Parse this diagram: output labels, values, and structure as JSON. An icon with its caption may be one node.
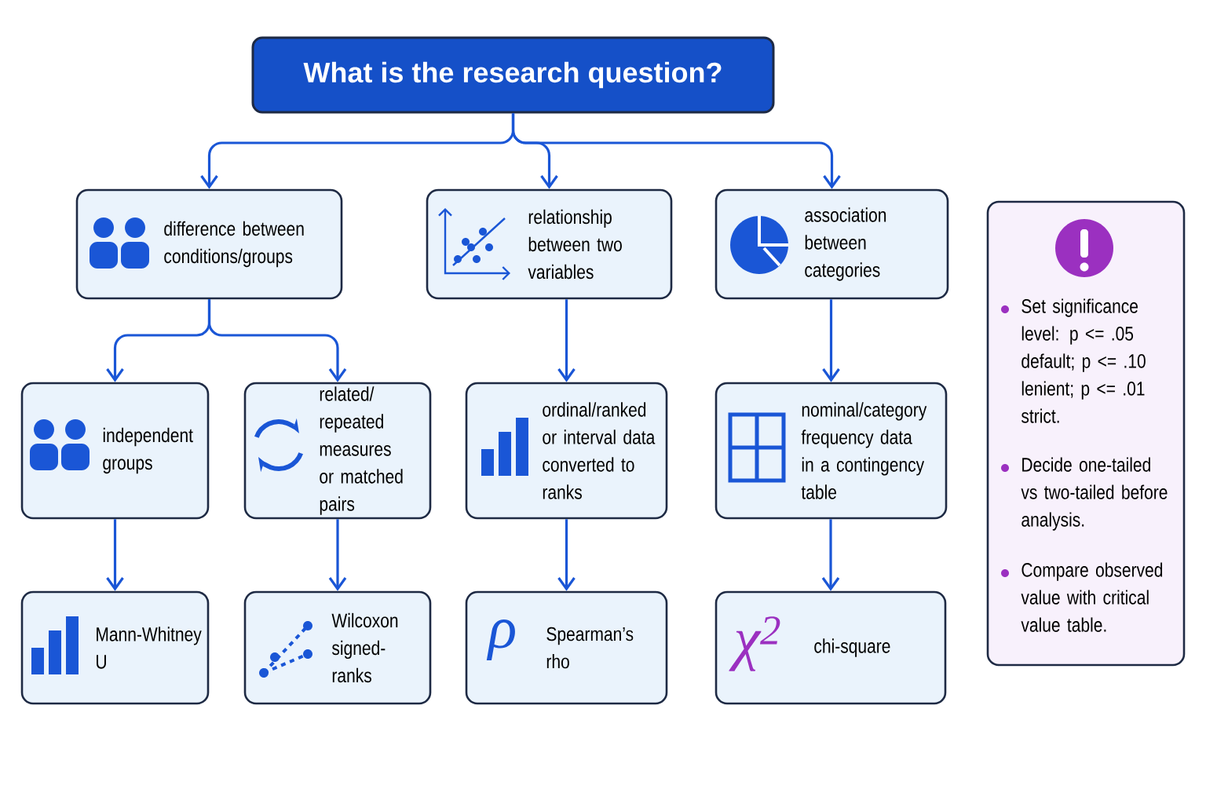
{
  "diagram": {
    "nodes": [
      {
        "text": [
          "What is the research question?"
        ]
      },
      {
        "text": [
          "difference between conditions/groups"
        ]
      },
      {
        "text": [
          "relationship between two variables"
        ]
      },
      {
        "text": [
          "association between categories"
        ]
      },
      {
        "text": [
          "independent groups"
        ]
      },
      {
        "text": [
          "related/ repeated measures or matched pairs"
        ]
      },
      {
        "text": [
          "ordinal/ranked or interval data converted to ranks"
        ]
      },
      {
        "text": [
          "nominal/category frequency data in a contingency table"
        ]
      },
      {
        "text": [
          "Mann-Whitney U"
        ]
      },
      {
        "text": [
          "Wilcoxon signed-ranks"
        ]
      },
      {
        "text": [
          "ρ",
          "Spearman’s rho"
        ]
      },
      {
        "text": [
          "χ$^{2}$",
          "chi-square"
        ]
      },
      {
        "text": [
          "Set significance level: p <= .05 default; p <= .10 lenient; p <= .01 strict.",
          "Decide one-tailed vs two-tailed before analysis.",
          "Compare observed value with critical value table."
        ]
      }
    ],
    "edges": [
      {
        "from": 0,
        "to": 1,
        "arrow": "to"
      },
      {
        "from": 0,
        "to": 2,
        "arrow": "to"
      },
      {
        "from": 0,
        "to": 3,
        "arrow": "to"
      },
      {
        "from": 1,
        "to": 4,
        "arrow": "to"
      },
      {
        "from": 1,
        "to": 5,
        "arrow": "to"
      },
      {
        "from": 2,
        "to": 6,
        "arrow": "to"
      },
      {
        "from": 3,
        "to": 7,
        "arrow": "to"
      },
      {
        "from": 4,
        "to": 8,
        "arrow": "to"
      },
      {
        "from": 5,
        "to": 9,
        "arrow": "to"
      },
      {
        "from": 6,
        "to": 10,
        "arrow": "to"
      },
      {
        "from": 7,
        "to": 11,
        "arrow": "to"
      }
    ]
  }
}
